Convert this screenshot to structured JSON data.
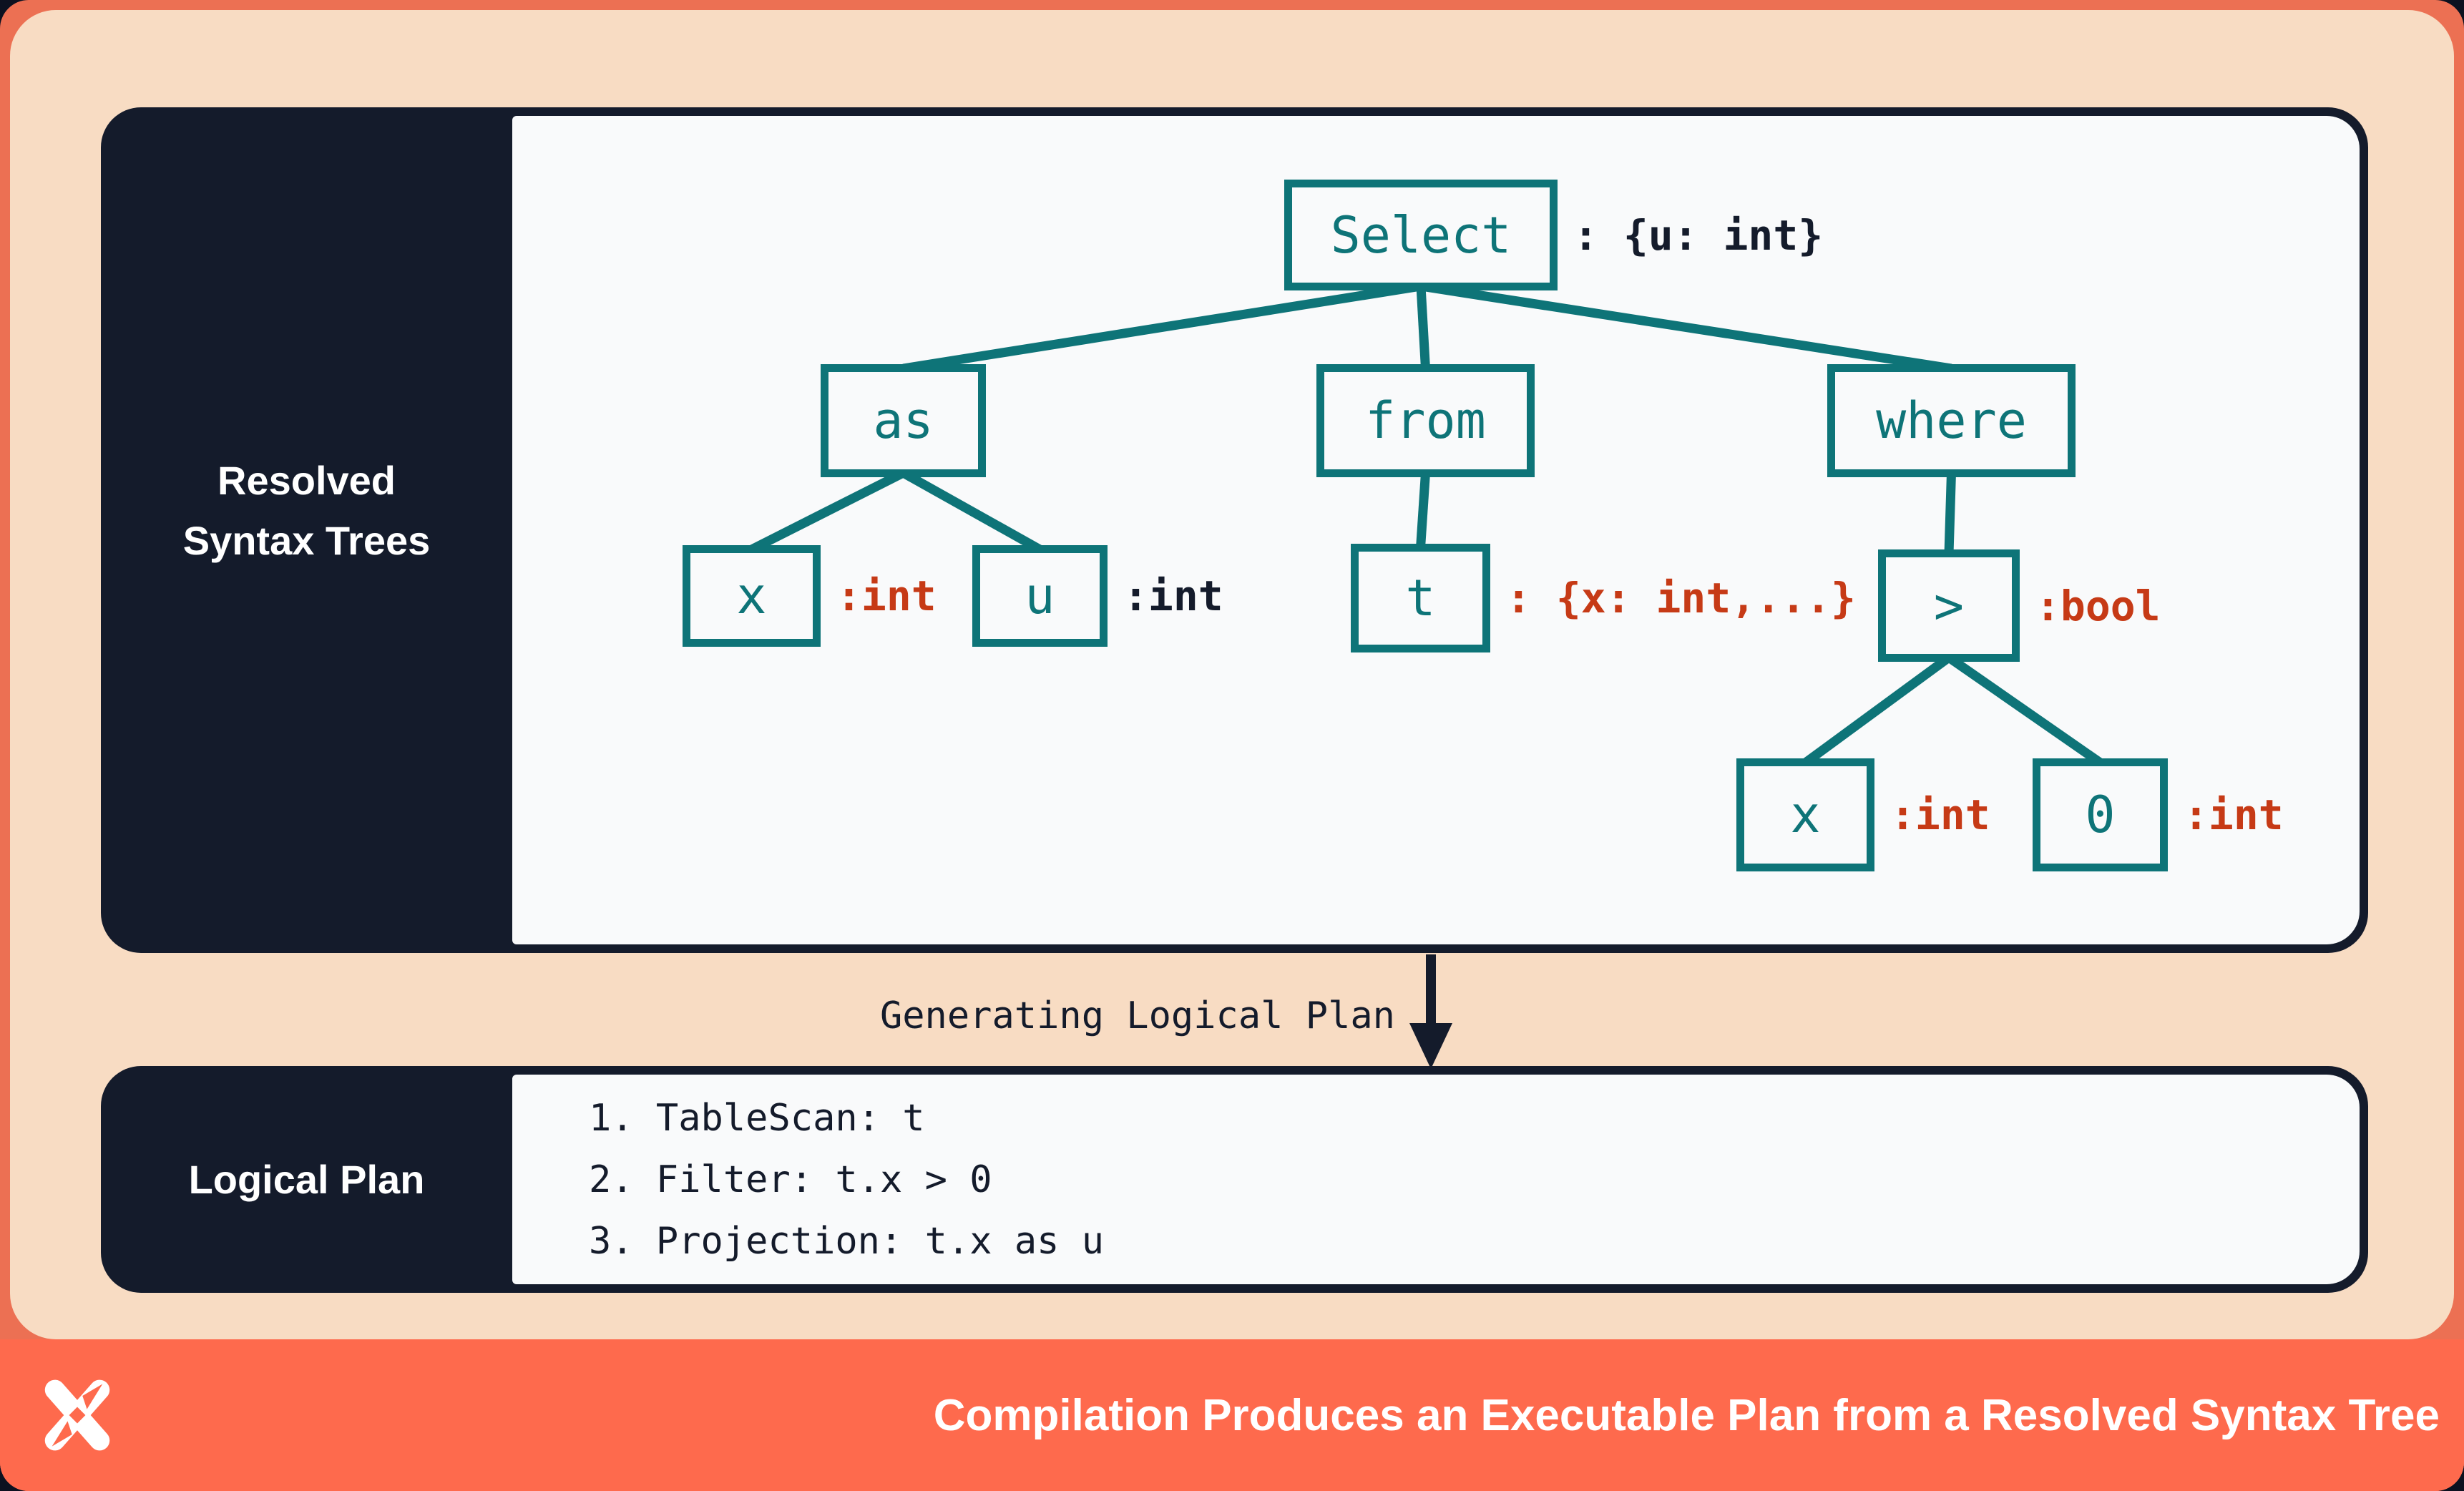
{
  "panels": {
    "resolved": {
      "label_lines": [
        "Resolved",
        "Syntax Trees"
      ]
    },
    "logical": {
      "label": "Logical Plan",
      "steps": [
        "1. TableScan: t",
        "2. Filter: t.x > 0",
        "3. Projection: t.x as u"
      ]
    }
  },
  "transition": {
    "label": "Generating Logical Plan"
  },
  "tree": {
    "nodes": [
      {
        "id": "select",
        "label": "Select",
        "annotation": ": {u: int}",
        "annotation_color": "dark"
      },
      {
        "id": "as",
        "label": "as",
        "annotation": null,
        "annotation_color": null
      },
      {
        "id": "from",
        "label": "from",
        "annotation": null,
        "annotation_color": null
      },
      {
        "id": "where",
        "label": "where",
        "annotation": null,
        "annotation_color": null
      },
      {
        "id": "x1",
        "label": "x",
        "annotation": ":int",
        "annotation_color": "red"
      },
      {
        "id": "u",
        "label": "u",
        "annotation": ":int",
        "annotation_color": "dark"
      },
      {
        "id": "t",
        "label": "t",
        "annotation": ": {x: int,...}",
        "annotation_color": "red"
      },
      {
        "id": "gt",
        "label": ">",
        "annotation": ":bool",
        "annotation_color": "red"
      },
      {
        "id": "x2",
        "label": "x",
        "annotation": ":int",
        "annotation_color": "red"
      },
      {
        "id": "zero",
        "label": "0",
        "annotation": ":int",
        "annotation_color": "red"
      }
    ],
    "edges": [
      [
        "select",
        "as"
      ],
      [
        "select",
        "from"
      ],
      [
        "select",
        "where"
      ],
      [
        "as",
        "x1"
      ],
      [
        "as",
        "u"
      ],
      [
        "from",
        "t"
      ],
      [
        "where",
        "gt"
      ],
      [
        "gt",
        "x2"
      ],
      [
        "gt",
        "zero"
      ]
    ]
  },
  "footer": {
    "caption": "Compilation Produces an Executable Plan from a Resolved Syntax Tree",
    "logo": "dragonfly-x-logo"
  },
  "colors": {
    "teal": "#0e7478",
    "red": "#c63a16",
    "navy": "#141b2b",
    "peach": "#f8dcc3",
    "orange_border": "#ec7053",
    "orange_footer": "#fe6a4d",
    "panel_bg": "#f9fafb"
  }
}
